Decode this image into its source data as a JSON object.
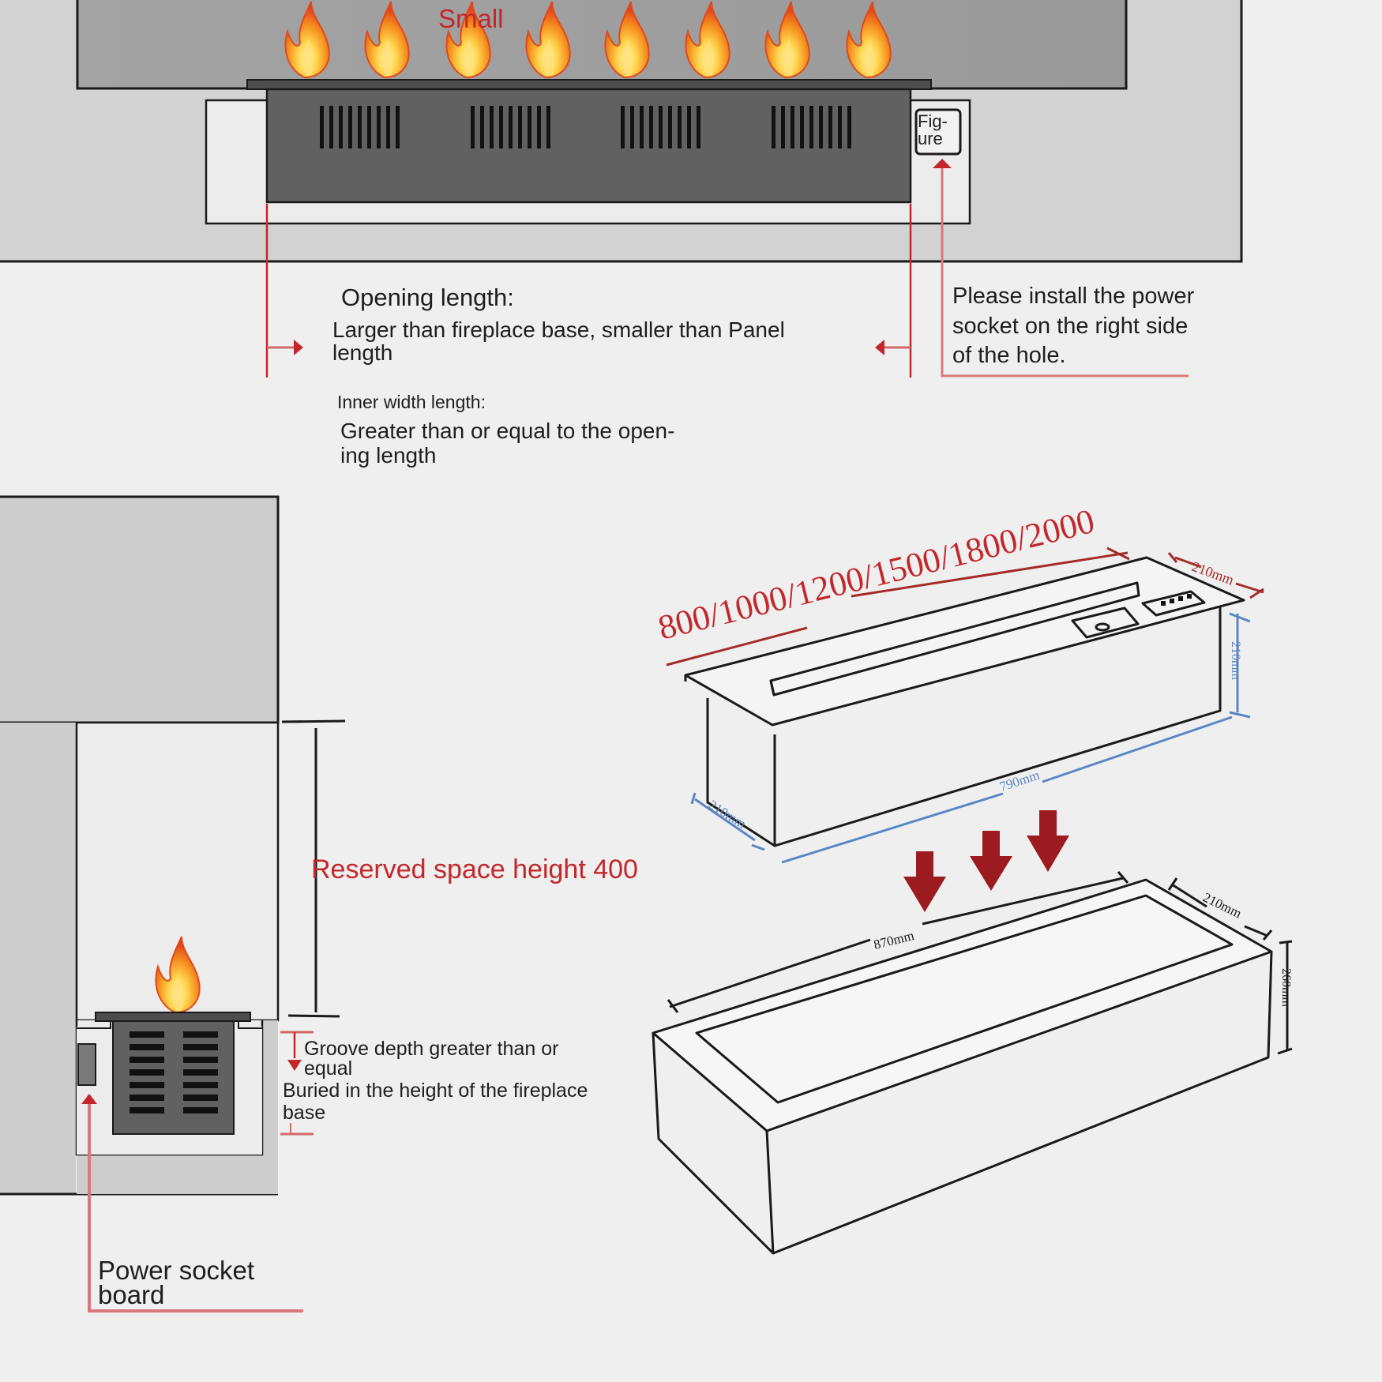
{
  "diagram": {
    "title": "Electric fireplace embedded installation guide",
    "colors": {
      "background": "#efefef",
      "wall_gray": "#9e9e9e",
      "panel_light": "#d2d2d2",
      "fireplace_body": "#5f5f5f",
      "accent_red": "#c3272b",
      "arrow_dark_red": "#9b1b20",
      "dimension_blue": "#5b86c4",
      "outline": "#1a1a1a"
    },
    "front_view": {
      "flame_label": "Small",
      "flame_count": 8,
      "vent_groups": 4,
      "control_panel_label": "Fig-\nure",
      "opening_length": {
        "title": "Opening length:",
        "description": "Larger than fireplace base, smaller than Panel length"
      },
      "inner_width_length": {
        "title": "Inner width length:",
        "description": "Greater than or equal to the open-\ning length"
      },
      "power_socket_note": "Please install the power socket on the right side of the hole."
    },
    "side_view": {
      "reserved_space_label": "Reserved space height 400",
      "groove_depth_label": "Groove depth greater than or\nequal",
      "buried_label": "Buried in the height of the fireplace\nbase",
      "power_socket_label": "Power socket\nboard"
    },
    "isometric_view": {
      "length_options_label": "800/1000/1200/1500/1800/2000",
      "length_options_mm": [
        800,
        1000,
        1200,
        1500,
        1800,
        2000
      ],
      "top_depth_label": "210mm",
      "body_height_label": "210mm",
      "body_length_label": "790mm",
      "body_depth_label": "210mm",
      "box_length_label": "870mm",
      "box_depth_label": "210mm",
      "box_height_label": "260mm",
      "insert_arrows": 3
    }
  }
}
